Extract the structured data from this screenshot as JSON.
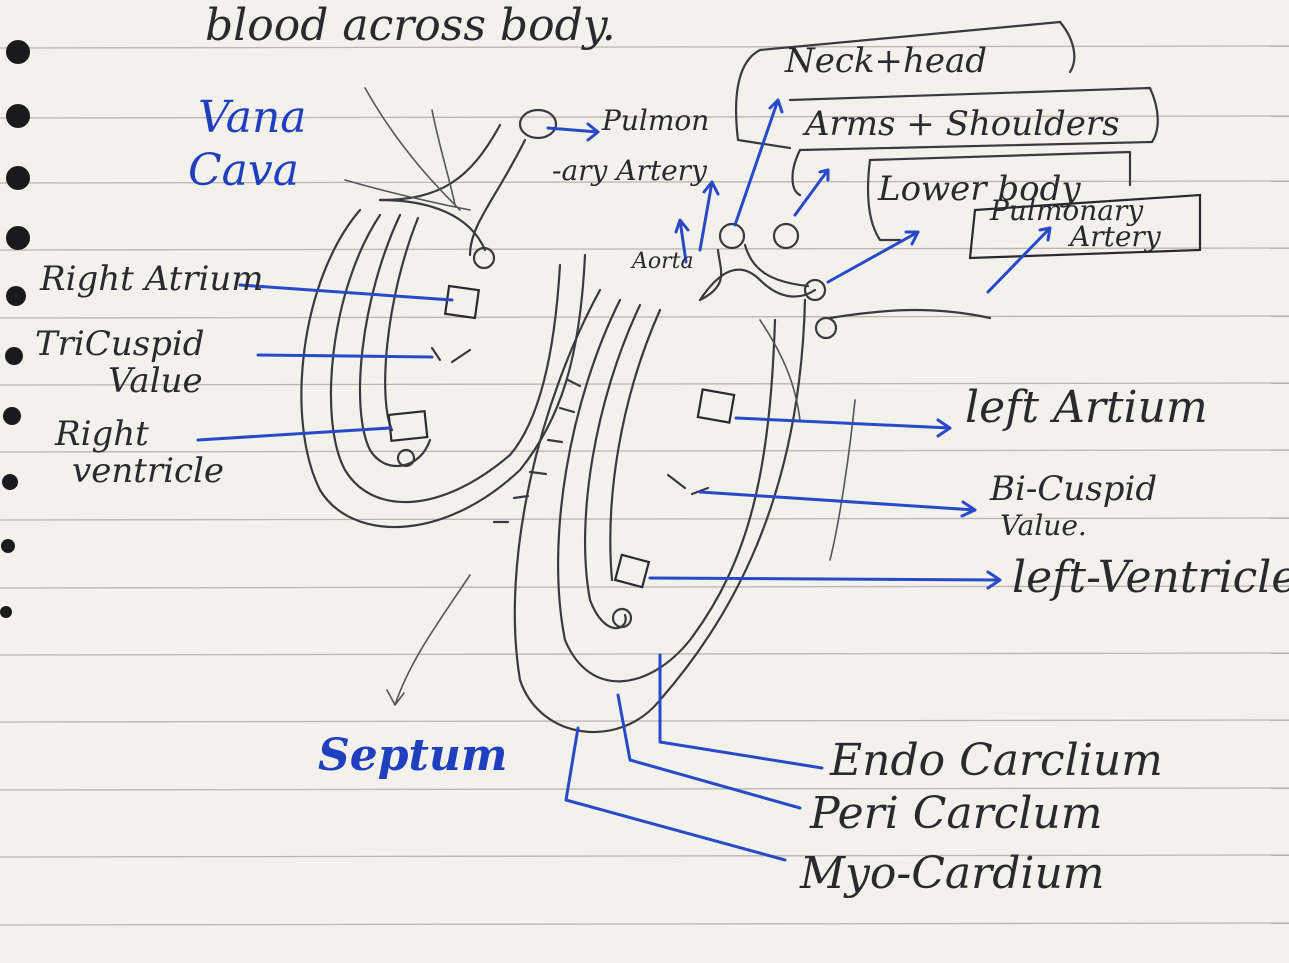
{
  "header_text": "blood across body.",
  "labels": {
    "vena_cava_line1": "Vana",
    "vena_cava_line2": "Cava",
    "pulmonary_artery_line1": "Pulmon",
    "pulmonary_artery_line2": "-ary Artery",
    "aorta": "Aorta",
    "neck_head": "Neck+head",
    "arms_shoulders": "Arms + Shoulders",
    "lower_body": "Lower body",
    "pulmonary_artery_box_line1": "Pulmonary",
    "pulmonary_artery_box_line2": "Artery",
    "right_atrium": "Right Atrium",
    "tricuspid_line1": "TriCuspid",
    "tricuspid_line2": "Value",
    "right_ventricle_line1": "Right",
    "right_ventricle_line2": "ventricle",
    "left_atrium": "left Artium",
    "bicuspid_line1": "Bi-Cuspid",
    "bicuspid_line2": "Value.",
    "left_ventricle": "left-Ventricle",
    "septum": "Septum",
    "endocardium": "Endo Carclium",
    "pericardium": "Peri Carclum",
    "myocardium": "Myo-Cardium"
  },
  "colors": {
    "paper": "#f3f1ec",
    "pencil_ink": "#2a2a2e",
    "blue_ink": "#1f3fbf",
    "rule_line": "#b9b6ae"
  }
}
